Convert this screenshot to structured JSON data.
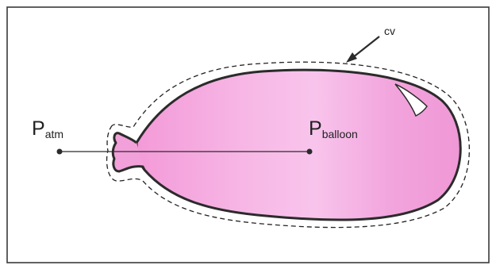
{
  "labels": {
    "p_atm_main": "P",
    "p_atm_sub": "atm",
    "p_balloon_main": "P",
    "p_balloon_sub": "balloon",
    "cv": "cv"
  },
  "colors": {
    "balloon_fill": "#f2a0da",
    "balloon_fill_light": "#f9c6ec",
    "outline": "#2b2b2b",
    "frame": "#3a3a3a",
    "dashed": "#222222"
  }
}
